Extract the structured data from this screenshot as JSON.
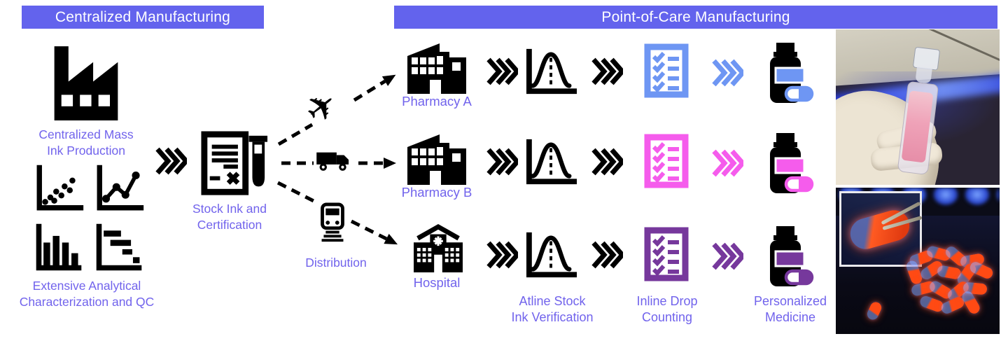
{
  "banners": {
    "centralized": "Centralized Manufacturing",
    "point_of_care": "Point-of-Care Manufacturing"
  },
  "colors": {
    "banner_bg": "#6363ED",
    "banner_text": "#FFFFFF",
    "caption_text": "#7163EC",
    "diagram_black": "#000000"
  },
  "centralized_section": {
    "factory_caption": "Centralized Mass\nInk Production",
    "qc_caption": "Extensive Analytical\nCharacterization and QC"
  },
  "stock_caption": "Stock Ink and\nCertification",
  "distribution_caption": "Distribution",
  "rows": [
    {
      "site": "Pharmacy A",
      "accent": "#6E96F3",
      "transport": "airplane"
    },
    {
      "site": "Pharmacy B",
      "accent": "#F55CEC",
      "transport": "truck"
    },
    {
      "site": "Hospital",
      "accent": "#76389C",
      "transport": "train"
    }
  ],
  "step_captions": {
    "atline": "Atline Stock\nInk Verification",
    "inline_drop": "Inline Drop\nCounting",
    "personalized": "Personalized\nMedicine"
  },
  "icons": {
    "airplane_glyph": "✈"
  },
  "photos": {
    "top": "stock-ink-vial-held-by-glove-under-uv-light",
    "bottom": "printed-capsules-glowing-under-uv-light"
  }
}
